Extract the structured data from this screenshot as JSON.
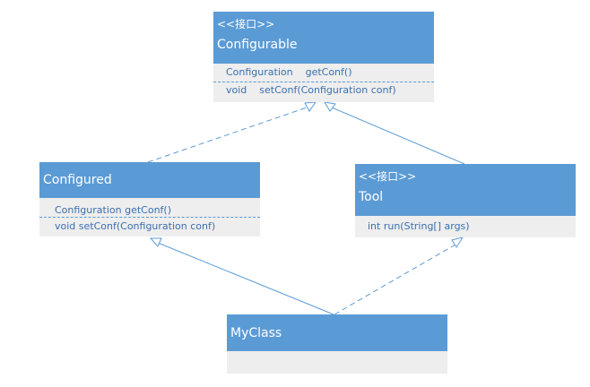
{
  "classes": {
    "configurable": {
      "stereotype": "<<接口>>",
      "name": "Configurable",
      "members": [
        "Configuration    getConf()",
        "void    setConf(Configuration conf)"
      ]
    },
    "configured": {
      "name": "Configured",
      "members": [
        "Configuration getConf()",
        "void setConf(Configuration conf)"
      ]
    },
    "tool": {
      "stereotype": "<<接口>>",
      "name": "Tool",
      "members": [
        "int run(String[] args)"
      ]
    },
    "myclass": {
      "name": "MyClass"
    }
  },
  "colors": {
    "header": "#5b9bd5",
    "body": "#eeeeee",
    "member_text": "#3a6fb0",
    "relation_line": "#5b9bd5"
  },
  "relations": [
    {
      "from": "configured",
      "to": "configurable",
      "style": "dashed",
      "kind": "realization"
    },
    {
      "from": "tool",
      "to": "configurable",
      "style": "solid",
      "kind": "generalization"
    },
    {
      "from": "myclass",
      "to": "configured",
      "style": "solid",
      "kind": "generalization"
    },
    {
      "from": "myclass",
      "to": "tool",
      "style": "dashed",
      "kind": "realization"
    }
  ]
}
